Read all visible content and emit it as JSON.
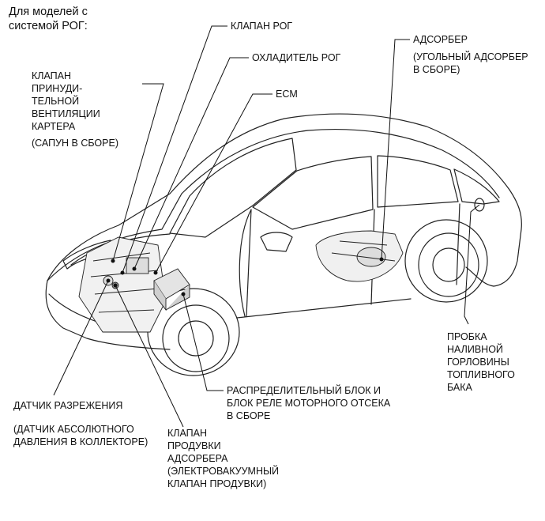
{
  "header": {
    "lines": [
      "Для моделей с",
      "системой РОГ:"
    ]
  },
  "labels": {
    "pcv": {
      "lines": [
        "КЛАПАН",
        "ПРИНУДИ-",
        "ТЕЛЬНОЙ",
        "ВЕНТИЛЯЦИИ",
        "КАРТЕРА"
      ],
      "sub": "(САПУН В СБОРЕ)"
    },
    "egr_valve": "КЛАПАН РОГ",
    "egr_cooler": "ОХЛАДИТЕЛЬ РОГ",
    "ecm": "ECM",
    "canister": {
      "title": "АДСОРБЕР",
      "sub_lines": [
        "(УГОЛЬНЫЙ АДСОРБЕР",
        "В СБОРЕ)"
      ]
    },
    "fuel_cap": {
      "lines": [
        "ПРОБКА",
        "НАЛИВНОЙ",
        "ГОРЛОВИНЫ",
        "ТОПЛИВНОГО",
        "БАКА"
      ]
    },
    "junction_block": {
      "lines": [
        "РАСПРЕДЕЛИТЕЛЬНЫЙ БЛОК И",
        "БЛОК РЕЛЕ МОТОРНОГО ОТСЕКА",
        "В СБОРЕ"
      ]
    },
    "vacuum_sensor": {
      "title": "ДАТЧИК РАЗРЕЖЕНИЯ",
      "sub_lines": [
        "(ДАТЧИК АБСОЛЮТНОГО",
        "ДАВЛЕНИЯ В КОЛЛЕКТОРЕ)"
      ]
    },
    "purge_vsv": {
      "lines": [
        "КЛАПАН",
        "ПРОДУВКИ",
        "АДСОРБЕРА"
      ],
      "sub_lines": [
        "(ЭЛЕКТРОВАКУУМНЫЙ",
        "КЛАПАН ПРОДУВКИ)"
      ]
    }
  }
}
